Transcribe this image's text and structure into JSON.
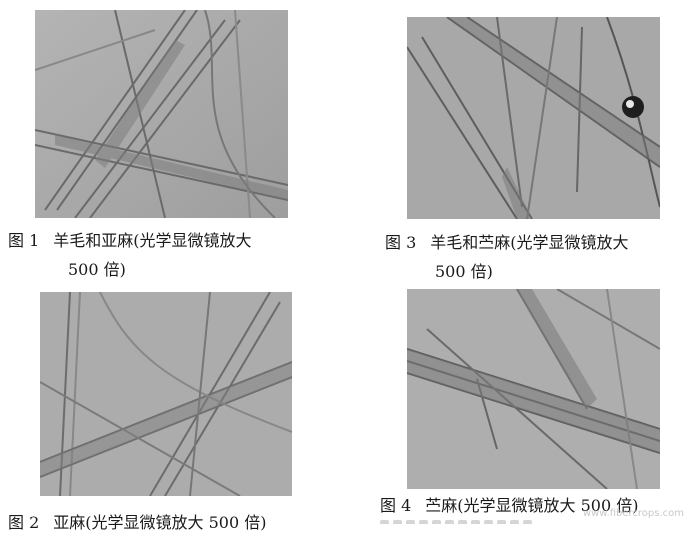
{
  "figures": [
    {
      "number": "图 1",
      "caption_line1": "羊毛和亚麻(光学显微镜放大",
      "caption_line2": "500 倍)"
    },
    {
      "number": "图 3",
      "caption_line1": "羊毛和苎麻(光学显微镜放大",
      "caption_line2": "500 倍)"
    },
    {
      "number": "图 2",
      "caption": "亚麻(光学显微镜放大 500 倍)"
    },
    {
      "number": "图 4",
      "caption": "苎麻(光学显微镜放大 500 倍)"
    }
  ],
  "watermark": "www.fibercrops.com"
}
